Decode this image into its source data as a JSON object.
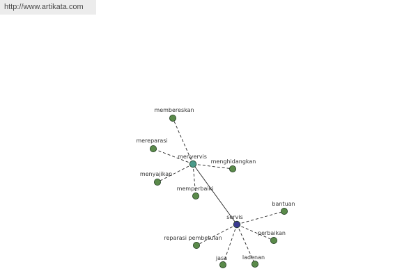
{
  "url_banner": "http://www.artikata.com",
  "colors": {
    "leaf": "#5a8a4a",
    "hub_menyervis": "#4a9a8a",
    "hub_servis": "#3a3a90"
  },
  "nodes": [
    {
      "id": "menyervis",
      "label": "menyervis",
      "kind": "hub_menyervis"
    },
    {
      "id": "membereskan",
      "label": "membereskan",
      "kind": "leaf"
    },
    {
      "id": "mereparasi",
      "label": "mereparasi",
      "kind": "leaf"
    },
    {
      "id": "menghidangkan",
      "label": "menghidangkan",
      "kind": "leaf"
    },
    {
      "id": "menyajikan",
      "label": "menyajikan",
      "kind": "leaf"
    },
    {
      "id": "memperbaiki",
      "label": "memperbaiki",
      "kind": "leaf"
    },
    {
      "id": "servis",
      "label": "servis",
      "kind": "hub_servis"
    },
    {
      "id": "bantuan",
      "label": "bantuan",
      "kind": "leaf"
    },
    {
      "id": "perbaikan",
      "label": "perbaikan",
      "kind": "leaf"
    },
    {
      "id": "reparasi_pembetulan",
      "label": "reparasi pembetulan",
      "kind": "leaf"
    },
    {
      "id": "jasa",
      "label": "jasa",
      "kind": "leaf"
    },
    {
      "id": "ladenan",
      "label": "ladenan",
      "kind": "leaf"
    }
  ],
  "edges": [
    {
      "from": "menyervis",
      "to": "membereskan",
      "style": "dashed"
    },
    {
      "from": "menyervis",
      "to": "mereparasi",
      "style": "dashed"
    },
    {
      "from": "menyervis",
      "to": "menghidangkan",
      "style": "dashed"
    },
    {
      "from": "menyervis",
      "to": "menyajikan",
      "style": "dashed"
    },
    {
      "from": "menyervis",
      "to": "memperbaiki",
      "style": "dashed"
    },
    {
      "from": "menyervis",
      "to": "servis",
      "style": "solid"
    },
    {
      "from": "servis",
      "to": "bantuan",
      "style": "dashed"
    },
    {
      "from": "servis",
      "to": "perbaikan",
      "style": "dashed"
    },
    {
      "from": "servis",
      "to": "reparasi_pembetulan",
      "style": "dashed"
    },
    {
      "from": "servis",
      "to": "jasa",
      "style": "dashed"
    },
    {
      "from": "servis",
      "to": "ladenan",
      "style": "dashed"
    }
  ]
}
